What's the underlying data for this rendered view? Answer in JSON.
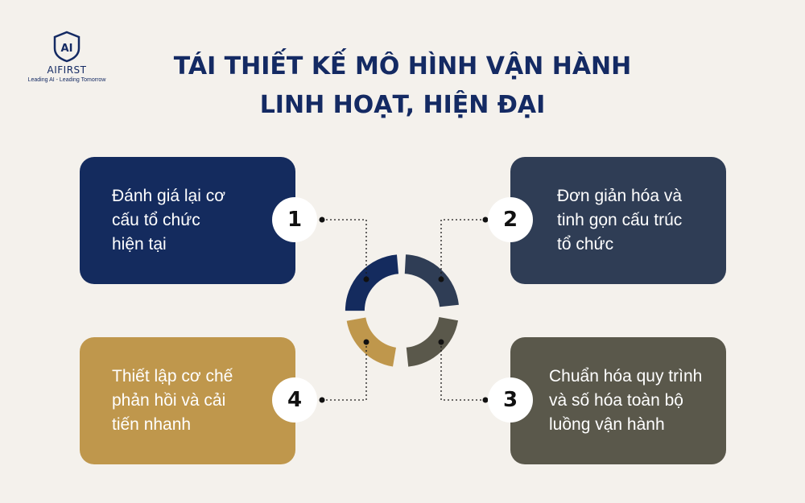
{
  "logo": {
    "mark": "AI",
    "name": "AIFIRST",
    "tagline": "Leading AI - Leading Tomorrow"
  },
  "title": {
    "line1": "TÁI THIẾT KẾ MÔ HÌNH VẬN HÀNH",
    "line2": "LINH HOẠT, HIỆN ĐẠI"
  },
  "steps": [
    {
      "number": "1",
      "lines": [
        "Đánh giá lại cơ",
        "cấu tổ chức",
        "hiện tại"
      ],
      "color": "#142b5e"
    },
    {
      "number": "2",
      "lines": [
        "Đơn giản hóa và",
        "tinh gọn cấu trúc",
        "tổ chức"
      ],
      "color": "#2f3d55"
    },
    {
      "number": "3",
      "lines": [
        "Chuẩn hóa quy trình",
        "và số hóa toàn bộ",
        "luồng vận hành"
      ],
      "color": "#5a584b"
    },
    {
      "number": "4",
      "lines": [
        "Thiết lập cơ chế",
        "phản hồi và cải",
        "tiến nhanh"
      ],
      "color": "#bf974c"
    }
  ],
  "colors": {
    "background": "#f4f1ec",
    "title": "#142a63"
  }
}
